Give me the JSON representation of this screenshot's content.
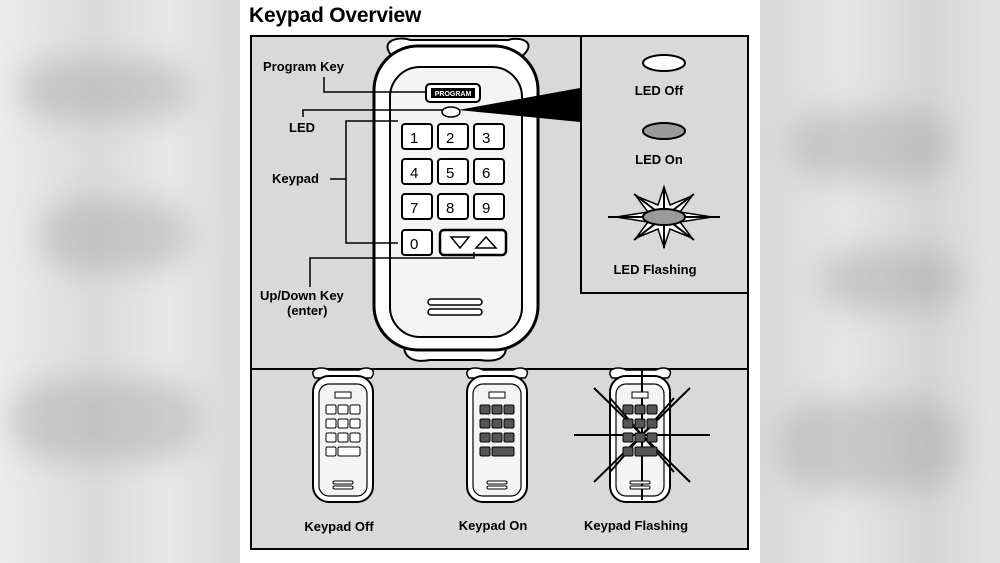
{
  "title": "Keypad Overview",
  "labels": {
    "program_key": "Program Key",
    "led": "LED",
    "keypad": "Keypad",
    "updown_line1": "Up/Down Key",
    "updown_line2": "(enter)",
    "program_button": "PROGRAM"
  },
  "led_states": {
    "off": "LED Off",
    "on": "LED On",
    "flashing": "LED Flashing"
  },
  "keypad_states": {
    "off": "Keypad Off",
    "on": "Keypad On",
    "flashing": "Keypad Flashing"
  },
  "keys": [
    "1",
    "2",
    "3",
    "4",
    "5",
    "6",
    "7",
    "8",
    "9",
    "0"
  ],
  "colors": {
    "panel_bg": "#d9d9d9",
    "led_on": "#9a9a9a",
    "key_on": "#555555"
  }
}
